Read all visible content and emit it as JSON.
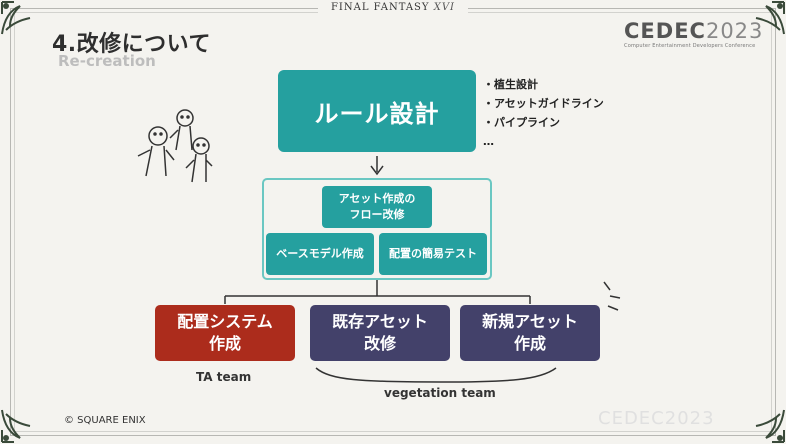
{
  "header": {
    "brand_logo": "FINAL FANTASY",
    "brand_logo_numeral": "XVI",
    "title": "4.改修について",
    "subtitle": "Re-creation",
    "conference_logo_bold": "CEDEC",
    "conference_logo_year": "2023",
    "conference_full_name": "Computer Entertainment Developers Conference"
  },
  "diagram": {
    "top_box": "ルール設計",
    "top_bullets": [
      "・植生設計",
      "・アセットガイドライン",
      "・パイプライン",
      "…"
    ],
    "middle_group": {
      "flow": [
        "アセット作成の",
        "フロー改修"
      ],
      "base_model": "ベースモデル作成",
      "placement_test": "配置の簡易テスト"
    },
    "bottom_boxes": {
      "placement_system": [
        "配置システム",
        "作成"
      ],
      "existing_asset": [
        "既存アセット",
        "改修"
      ],
      "new_asset": [
        "新規アセット",
        "作成"
      ]
    },
    "ta_team_label": "TA team",
    "vegetation_team_label": "vegetation team"
  },
  "footer": {
    "copyright": "© SQUARE ENIX",
    "watermark": "CEDEC2023"
  },
  "colors": {
    "teal": "#25a09f",
    "teal_border": "#6ac7c2",
    "red": "#ac2c1c",
    "navy": "#43416a",
    "background": "#f4f3ef"
  }
}
